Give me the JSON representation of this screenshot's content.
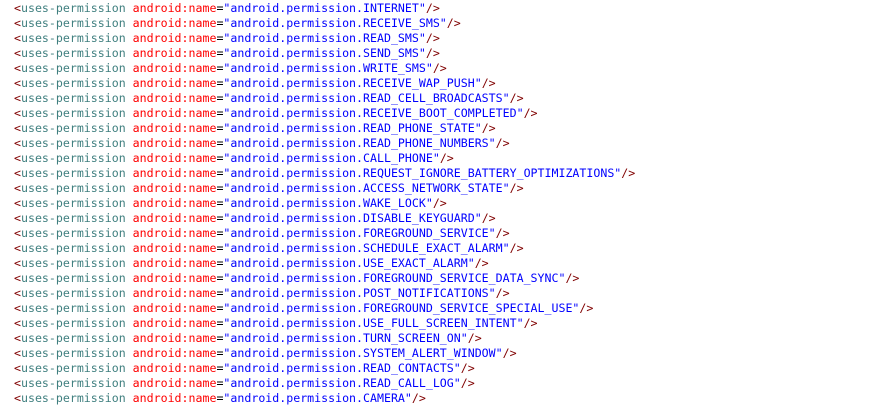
{
  "tag": "uses-permission",
  "attribute": "android:name",
  "permissions": [
    "android.permission.INTERNET",
    "android.permission.RECEIVE_SMS",
    "android.permission.READ_SMS",
    "android.permission.SEND_SMS",
    "android.permission.WRITE_SMS",
    "android.permission.RECEIVE_WAP_PUSH",
    "android.permission.READ_CELL_BROADCASTS",
    "android.permission.RECEIVE_BOOT_COMPLETED",
    "android.permission.READ_PHONE_STATE",
    "android.permission.READ_PHONE_NUMBERS",
    "android.permission.CALL_PHONE",
    "android.permission.REQUEST_IGNORE_BATTERY_OPTIMIZATIONS",
    "android.permission.ACCESS_NETWORK_STATE",
    "android.permission.WAKE_LOCK",
    "android.permission.DISABLE_KEYGUARD",
    "android.permission.FOREGROUND_SERVICE",
    "android.permission.SCHEDULE_EXACT_ALARM",
    "android.permission.USE_EXACT_ALARM",
    "android.permission.FOREGROUND_SERVICE_DATA_SYNC",
    "android.permission.POST_NOTIFICATIONS",
    "android.permission.FOREGROUND_SERVICE_SPECIAL_USE",
    "android.permission.USE_FULL_SCREEN_INTENT",
    "android.permission.TURN_SCREEN_ON",
    "android.permission.SYSTEM_ALERT_WINDOW",
    "android.permission.READ_CONTACTS",
    "android.permission.READ_CALL_LOG",
    "android.permission.CAMERA"
  ]
}
